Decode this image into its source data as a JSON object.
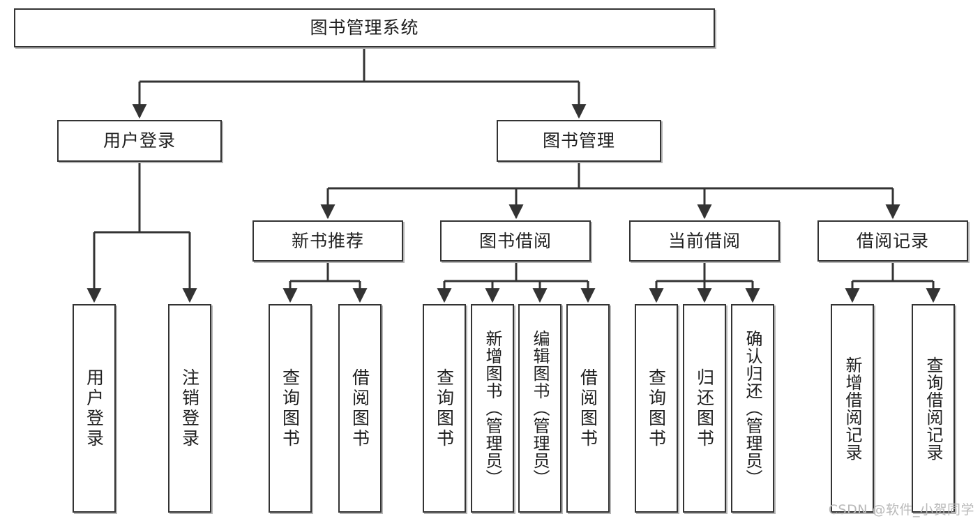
{
  "diagram": {
    "title": "图书管理系统",
    "type": "tree",
    "colors": {
      "box_border": "#333333",
      "box_fill": "#ffffff",
      "connector": "#333333",
      "text": "#1f1f1f",
      "watermark": "#b9b9b9",
      "background": "#ffffff"
    }
  },
  "watermark": {
    "text": "CSDN @软件_小贺同学"
  },
  "nodes": {
    "root": {
      "label": "图书管理系统"
    },
    "level1": [
      {
        "id": "user-login",
        "label": "用户登录"
      },
      {
        "id": "book-manage",
        "label": "图书管理"
      }
    ],
    "level2": [
      {
        "id": "new-book-recommend",
        "label": "新书推荐"
      },
      {
        "id": "book-borrow",
        "label": "图书借阅"
      },
      {
        "id": "current-borrow",
        "label": "当前借阅"
      },
      {
        "id": "borrow-record",
        "label": "借阅记录"
      }
    ],
    "leaves": {
      "user_login": [
        {
          "id": "leaf-user-login",
          "label": "用户登录"
        },
        {
          "id": "leaf-logout-login",
          "label": "注销登录"
        }
      ],
      "new_book_recommend": [
        {
          "id": "leaf-query-book-1",
          "label": "查询图书"
        },
        {
          "id": "leaf-borrow-book-1",
          "label": "借阅图书"
        }
      ],
      "book_borrow": [
        {
          "id": "leaf-query-book-2",
          "label": "查询图书"
        },
        {
          "id": "leaf-add-book",
          "label": "新增图书（管理员）"
        },
        {
          "id": "leaf-edit-book",
          "label": "编辑图书（管理员）"
        },
        {
          "id": "leaf-borrow-book-2",
          "label": "借阅图书"
        }
      ],
      "current_borrow": [
        {
          "id": "leaf-query-book-3",
          "label": "查询图书"
        },
        {
          "id": "leaf-return-book",
          "label": "归还图书"
        },
        {
          "id": "leaf-confirm-return",
          "label": "确认归还（管理员）"
        }
      ],
      "borrow_record": [
        {
          "id": "leaf-add-record",
          "label": "新增借阅记录"
        },
        {
          "id": "leaf-query-record",
          "label": "查询借阅记录"
        }
      ]
    }
  }
}
